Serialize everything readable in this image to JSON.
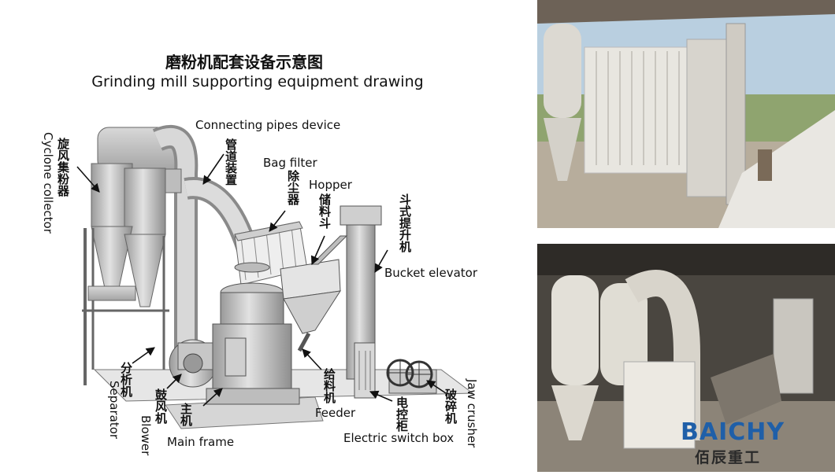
{
  "diagram": {
    "title_cn": "磨粉机配套设备示意图",
    "title_en": "Grinding mill supporting equipment drawing",
    "labels": {
      "cyclone_cn": "旋风集粉器",
      "cyclone_en": "Cyclone collector",
      "pipes_en": "Connecting pipes device",
      "pipes_cn": "管道装置",
      "bag_filter_en": "Bag filter",
      "bag_filter_cn": "除尘器",
      "hopper_en": "Hopper",
      "hopper_cn": "储料斗",
      "bucket_cn": "斗式提升机",
      "bucket_en": "Bucket elevator",
      "separator_cn": "分析机",
      "separator_en": "Separator",
      "blower_cn": "鼓风机",
      "blower_en": "Blower",
      "main_frame_cn": "主机",
      "main_frame_en": "Main frame",
      "feeder_cn": "给料机",
      "feeder_en": "Feeder",
      "switch_cn": "电控柜",
      "switch_en": "Electric switch box",
      "jaw_cn": "破碎机",
      "jaw_en": "Jaw crusher"
    }
  },
  "brand": {
    "logo_en": "BAICHY",
    "logo_cn": "佰辰重工",
    "color": "#1f5fa8"
  }
}
